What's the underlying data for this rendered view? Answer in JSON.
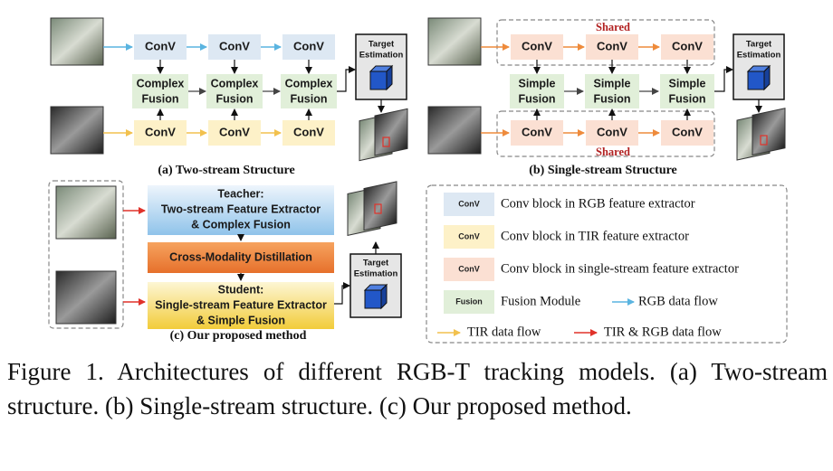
{
  "conv_label": "ConV",
  "complex_fusion": [
    "Complex",
    "Fusion"
  ],
  "simple_fusion": [
    "Simple",
    "Fusion"
  ],
  "target_estimation": [
    "Target",
    "Estimation"
  ],
  "shared_label": "Shared",
  "panel_a_caption": "(a) Two-stream Structure",
  "panel_b_caption": "(b) Single-stream Structure",
  "panel_c_caption": "(c) Our proposed method",
  "teacher_box": [
    "Teacher:",
    "Two-stream Feature Extractor",
    "& Complex Fusion"
  ],
  "distill_box": "Cross-Modality Distillation",
  "student_box": [
    "Student:",
    "Single-stream Feature Extractor",
    "& Simple Fusion"
  ],
  "legend": {
    "rgb_conv_tag": "ConV",
    "rgb_conv_text": "Conv block in RGB feature extractor",
    "tir_conv_tag": "ConV",
    "tir_conv_text": "Conv block in TIR feature extractor",
    "single_conv_tag": "ConV",
    "single_conv_text": "Conv block in single-stream feature extractor",
    "fusion_tag": "Fusion",
    "fusion_text": "Fusion Module",
    "rgb_flow_text": "RGB data flow",
    "tir_flow_text": "TIR data flow",
    "tir_rgb_flow_text": "TIR & RGB data flow"
  },
  "colors": {
    "rgb_conv": "#dde8f3",
    "tir_conv": "#fdf1c8",
    "single_conv": "#fbe0d3",
    "fusion": "#e1efd9",
    "rgb_flow": "#5ab4e0",
    "tir_flow": "#f2c14e",
    "tir_rgb_flow": "#e0322a",
    "single_flow": "#ee8b3c",
    "cube": "#2257c8"
  },
  "figure_caption": "Figure 1. Architectures of different RGB-T tracking models. (a) Two-stream structure. (b) Single-stream structure. (c) Our proposed method."
}
